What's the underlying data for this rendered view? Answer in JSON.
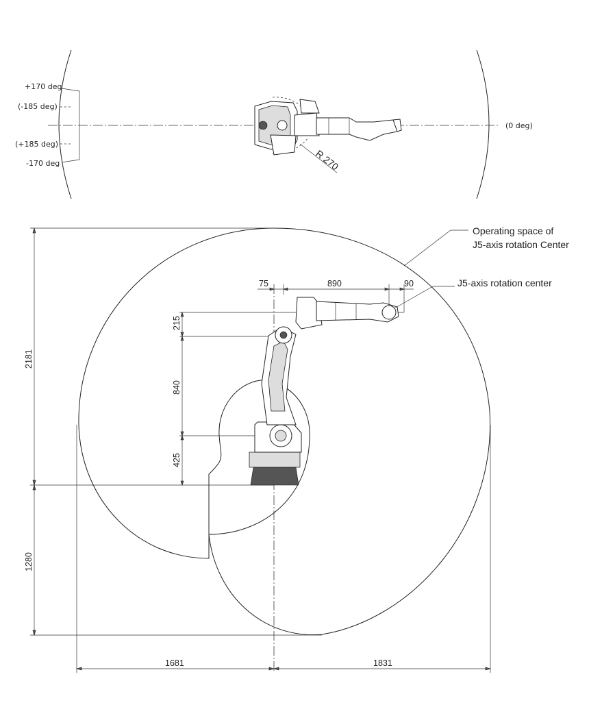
{
  "top_view": {
    "angle_labels": [
      "+170 deg",
      "(-185 deg)",
      "(+185 deg)",
      "-170 deg"
    ],
    "zero_label": "(0 deg)",
    "radius_label": "R 270"
  },
  "side_view": {
    "callouts": {
      "operating_space_line1": "Operating space of",
      "operating_space_line2": "J5-axis rotation Center",
      "j5_center": "J5-axis rotation center"
    },
    "dimensions": {
      "top_left_offset": "75",
      "arm_length": "890",
      "wrist_offset": "90",
      "height_215": "215",
      "height_840": "840",
      "height_425": "425",
      "height_upper": "2181",
      "height_lower": "1280",
      "width_back": "1681",
      "width_front": "1831"
    }
  }
}
